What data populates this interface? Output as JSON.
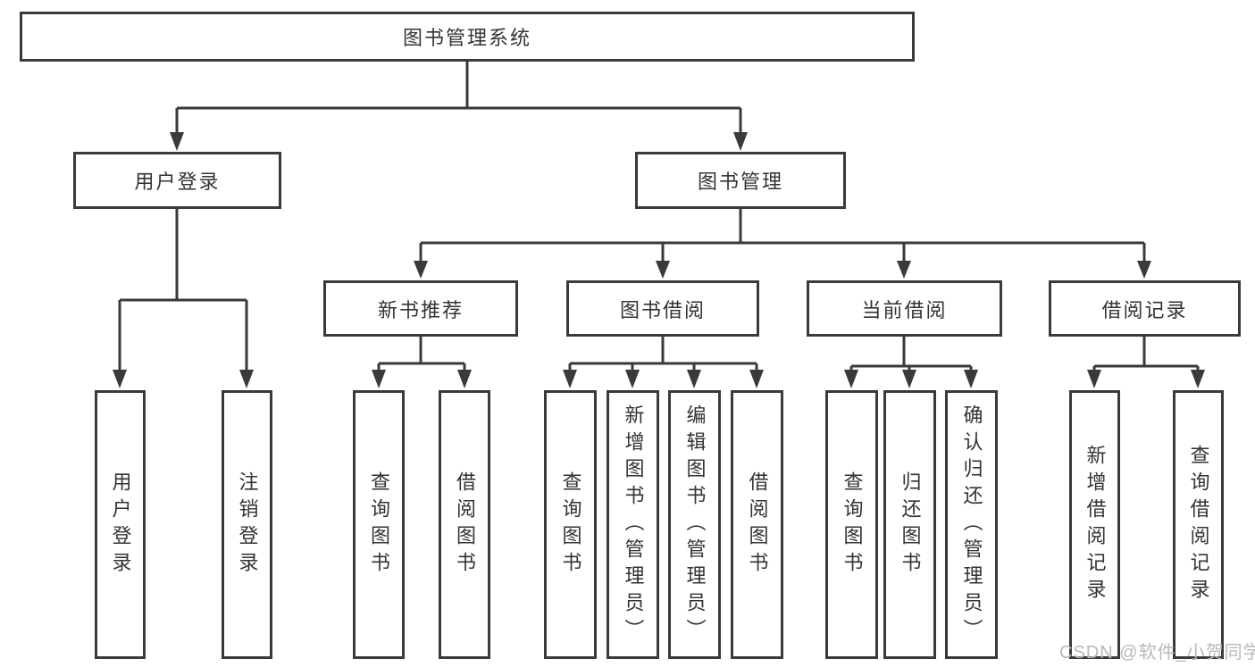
{
  "diagram": {
    "root": {
      "label": "图书管理系统"
    },
    "level2": {
      "user_login": {
        "label": "用户登录"
      },
      "book_management": {
        "label": "图书管理"
      }
    },
    "level3": {
      "new_book_recommend": {
        "label": "新书推荐"
      },
      "book_borrow": {
        "label": "图书借阅"
      },
      "current_borrow": {
        "label": "当前借阅"
      },
      "borrow_record": {
        "label": "借阅记录"
      }
    },
    "leaves": {
      "user_login": [
        "用户登录",
        "注销登录"
      ],
      "new_book_recommend": [
        "查询图书",
        "借阅图书"
      ],
      "book_borrow": [
        "查询图书",
        "新增图书（管理员）",
        "编辑图书（管理员）",
        "借阅图书"
      ],
      "current_borrow": [
        "查询图书",
        "归还图书",
        "确认归还（管理员）"
      ],
      "borrow_record": [
        "新增借阅记录",
        "查询借阅记录"
      ]
    }
  },
  "watermark": {
    "text": "CSDN @软件_小贺同学"
  },
  "colors": {
    "line": "#3a3a3a",
    "border": "#3a3a3a",
    "text": "#333333",
    "watermark": "#b9b9b9",
    "background": "#ffffff"
  }
}
